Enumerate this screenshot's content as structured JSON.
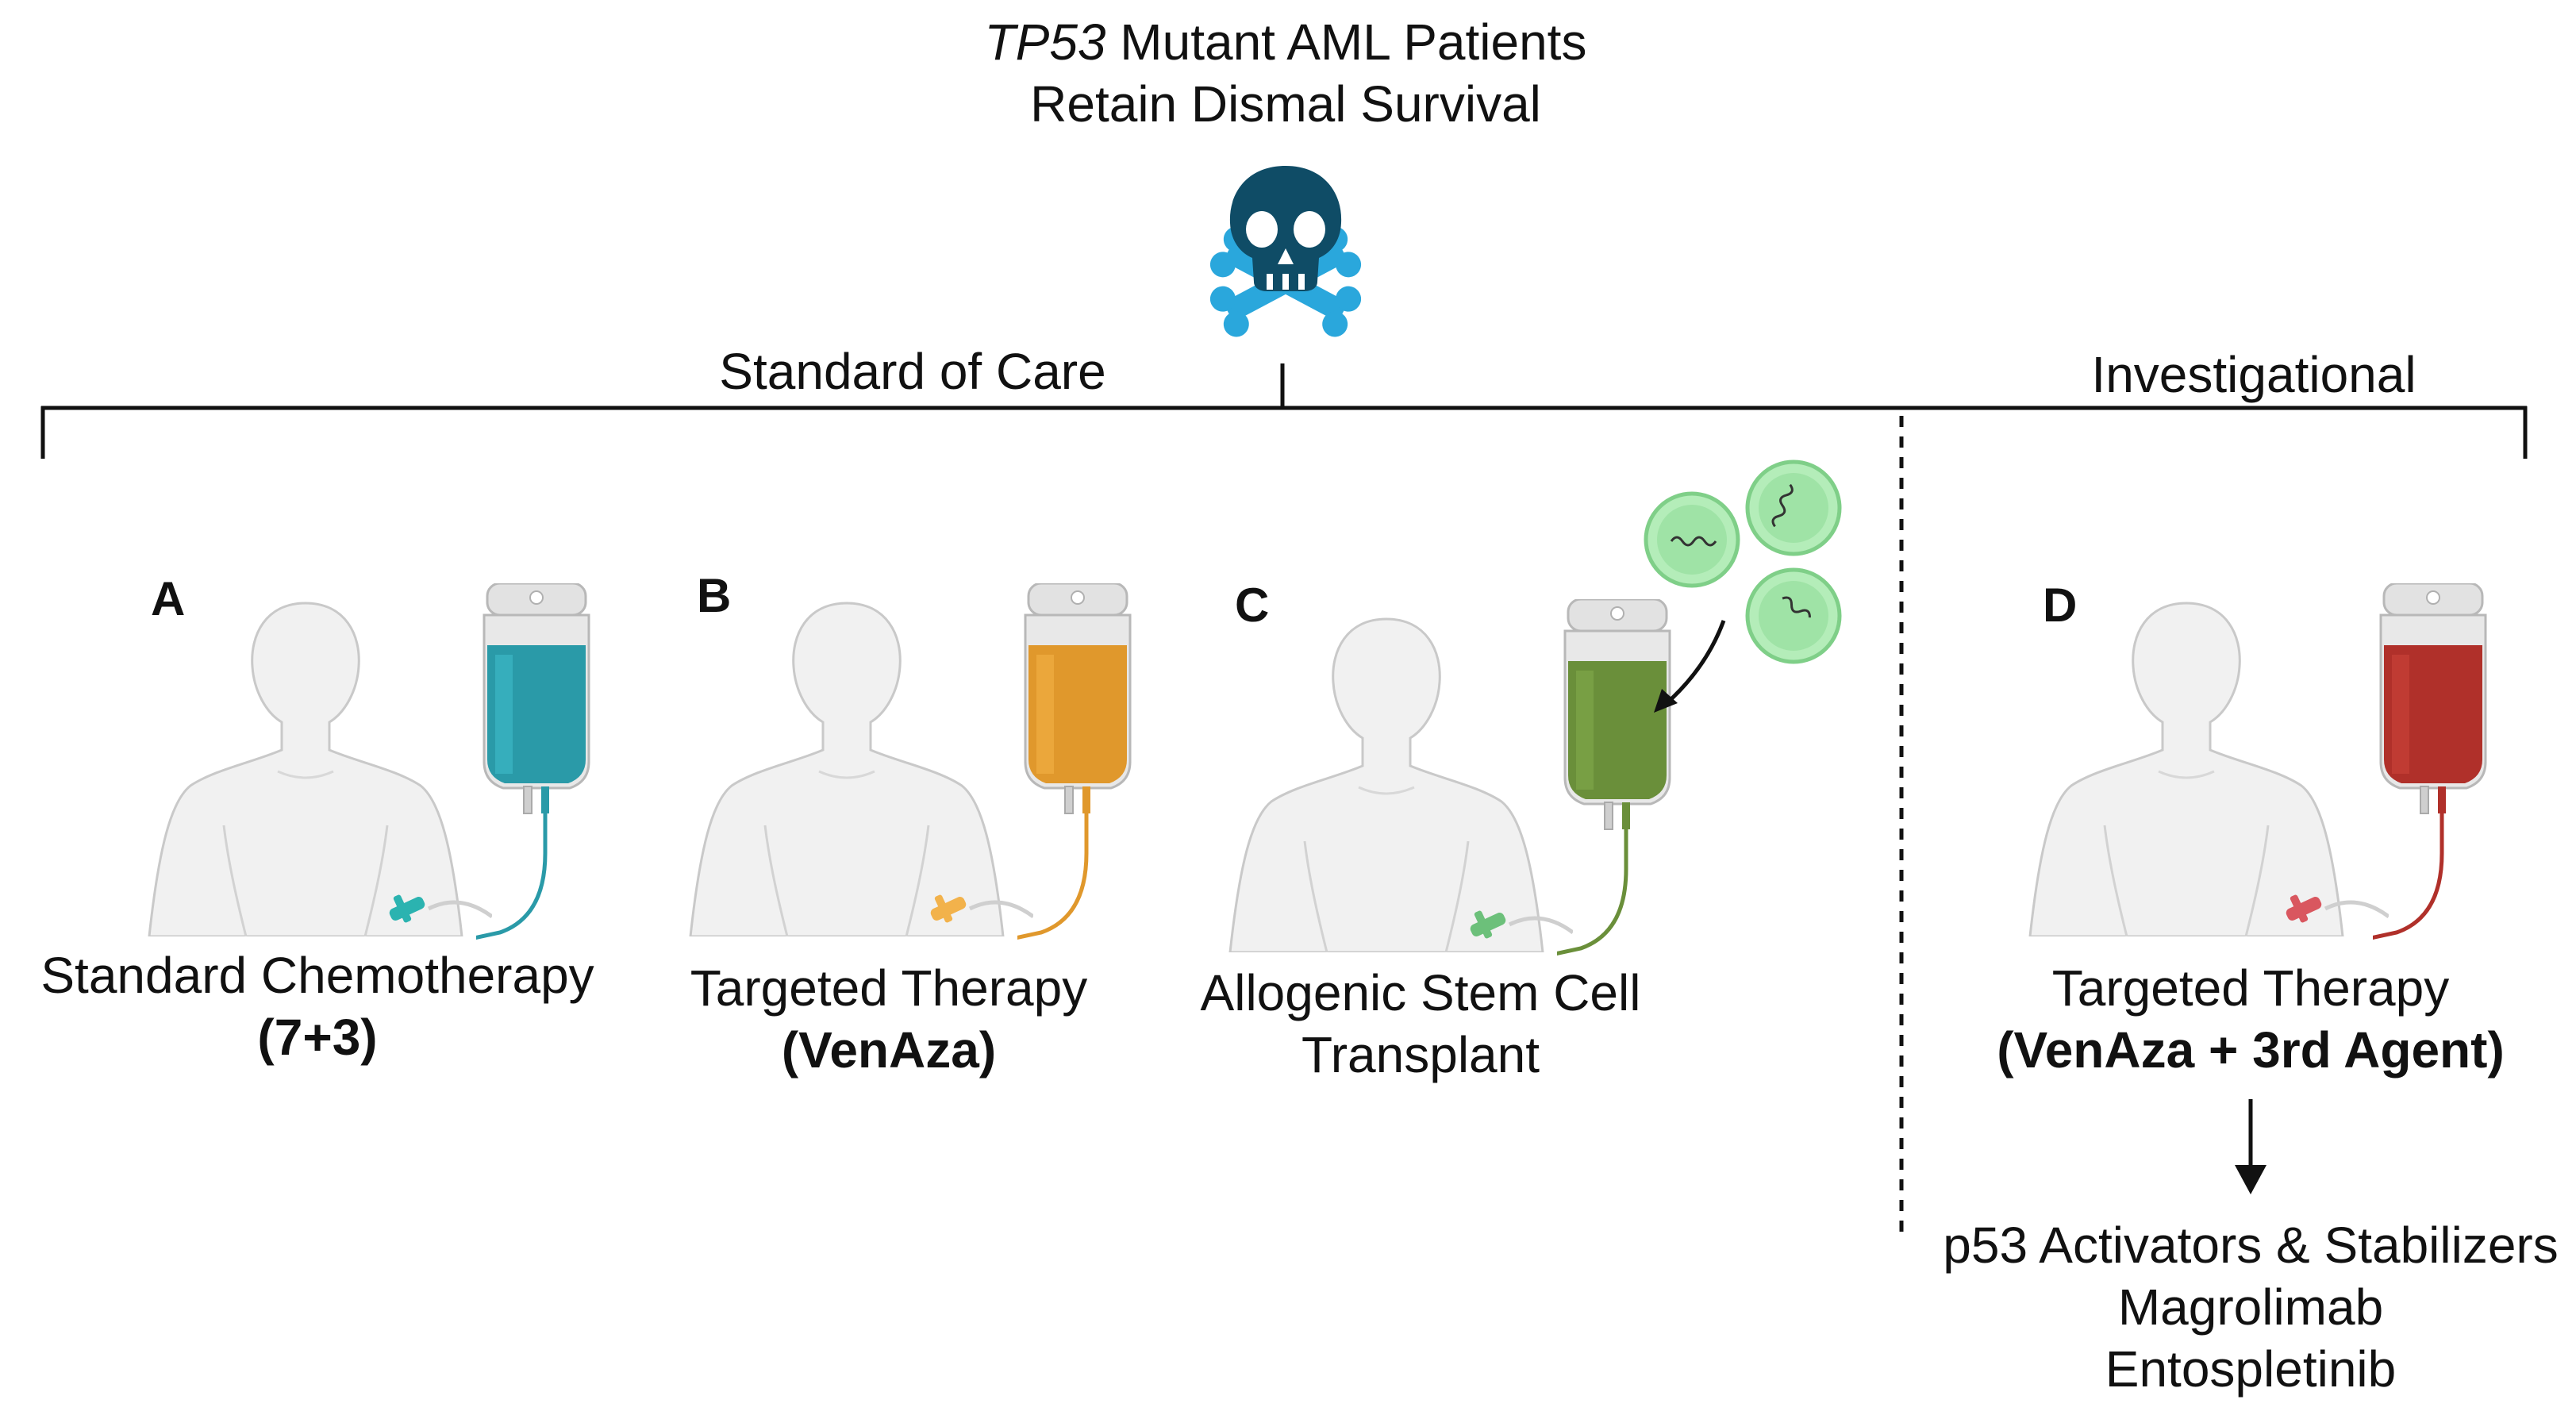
{
  "title": {
    "gene": "TP53",
    "line1_rest": " Mutant AML Patients",
    "line2": "Retain Dismal Survival"
  },
  "branches": {
    "standard": "Standard of Care",
    "investigational": "Investigational"
  },
  "panels": [
    {
      "letter": "A",
      "caption": "Standard Chemotherapy",
      "detail": "(7+3)",
      "bag_color": "#2a9aa8",
      "bag_light": "#3cb6c4",
      "catheter_color": "#2bb3b0"
    },
    {
      "letter": "B",
      "caption": "Targeted Therapy",
      "detail": "(VenAza)",
      "bag_color": "#e0982c",
      "bag_light": "#f0ae42",
      "catheter_color": "#f2b24b"
    },
    {
      "letter": "C",
      "caption": "Allogenic Stem Cell",
      "detail": "Transplant",
      "bag_color": "#6a8f3a",
      "bag_light": "#7fa548",
      "catheter_color": "#6cc07a"
    },
    {
      "letter": "D",
      "caption": "Targeted Therapy",
      "detail": "(VenAza + 3rd Agent)",
      "bag_color": "#b0302a",
      "bag_light": "#c84038",
      "catheter_color": "#d9575f"
    }
  ],
  "agents": [
    "p53 Activators & Stabilizers",
    "Magrolimab",
    "Entospletinib"
  ],
  "colors": {
    "skull": "#0f4c66",
    "bones": "#2aa7dc",
    "line": "#111111",
    "cell": "#9fe3a6"
  },
  "icons": {
    "skull": "skull-crossbones-icon",
    "iv": "iv-bag-icon",
    "cells": "stem-cell-icon"
  }
}
